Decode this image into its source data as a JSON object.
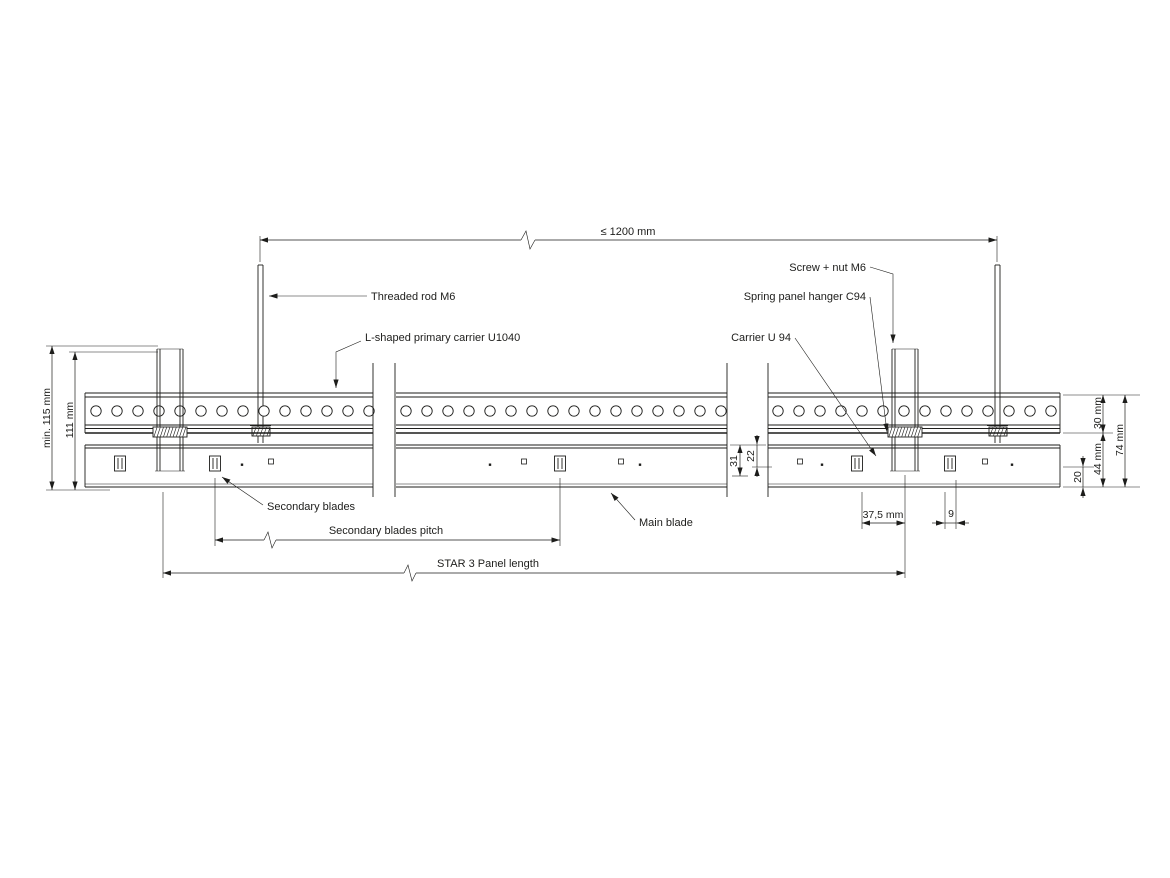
{
  "labels": {
    "span_1200": "≤ 1200 mm",
    "threaded_rod": "Threaded rod M6",
    "primary_carrier": "L-shaped primary carrier U1040",
    "screw_nut": "Screw + nut M6",
    "spring_hanger": "Spring panel hanger C94",
    "carrier_u94": "Carrier U 94",
    "secondary_blades": "Secondary blades",
    "secondary_blades_pitch": "Secondary blades pitch",
    "main_blade": "Main blade",
    "panel_length": "STAR 3 Panel length"
  },
  "dimensions": {
    "min_height": "min. 115 mm",
    "height_111": "111 mm",
    "carrier_30": "30 mm",
    "blade_44": "44 mm",
    "total_74": "74 mm",
    "visible_20": "20",
    "gap_31": "31",
    "gap_22": "22",
    "offset_375": "37,5 mm",
    "clip_9": "9"
  },
  "colors": {
    "line": "#1d1d1b",
    "background": "#ffffff"
  }
}
